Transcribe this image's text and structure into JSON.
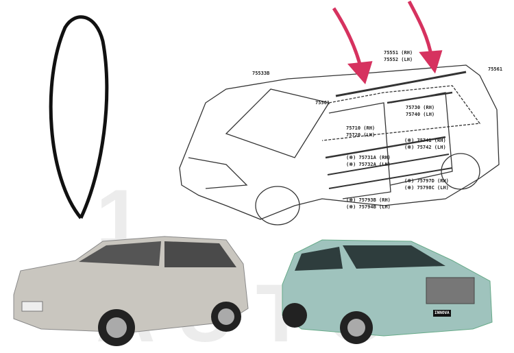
{
  "watermark": "1 AUTO",
  "diagram_labels": {
    "windshield": "75533B",
    "roof_rh": "75551 (RH)",
    "roof_lh": "75552 (LH)",
    "clip_rear": "75561",
    "clip_front": "75561",
    "rear_belt_rh": "75730 (RH)",
    "rear_belt_lh": "75740 (LH)",
    "front_belt_rh": "75710 (RH)",
    "front_belt_lh": "75720 (LH)",
    "rear_door_rh": "(※) 75741 (RH)",
    "rear_door_lh": "(※) 75742 (LH)",
    "front_door_rh": "(※) 75731A (RH)",
    "front_door_lh": "(※) 75732A (LH)",
    "rear_lower_rh": "(※) 75797D (RH)",
    "rear_lower_lh": "(※) 75798C (LH)",
    "front_lower_rh": "(※) 75793B (RH)",
    "front_lower_lh": "(※) 75794B (LH)"
  },
  "colors": {
    "arrow": "#d6325f",
    "silver_car": "#c9c6bf",
    "teal_car": "#9fc3bd"
  },
  "plate_text": "INNOVA"
}
